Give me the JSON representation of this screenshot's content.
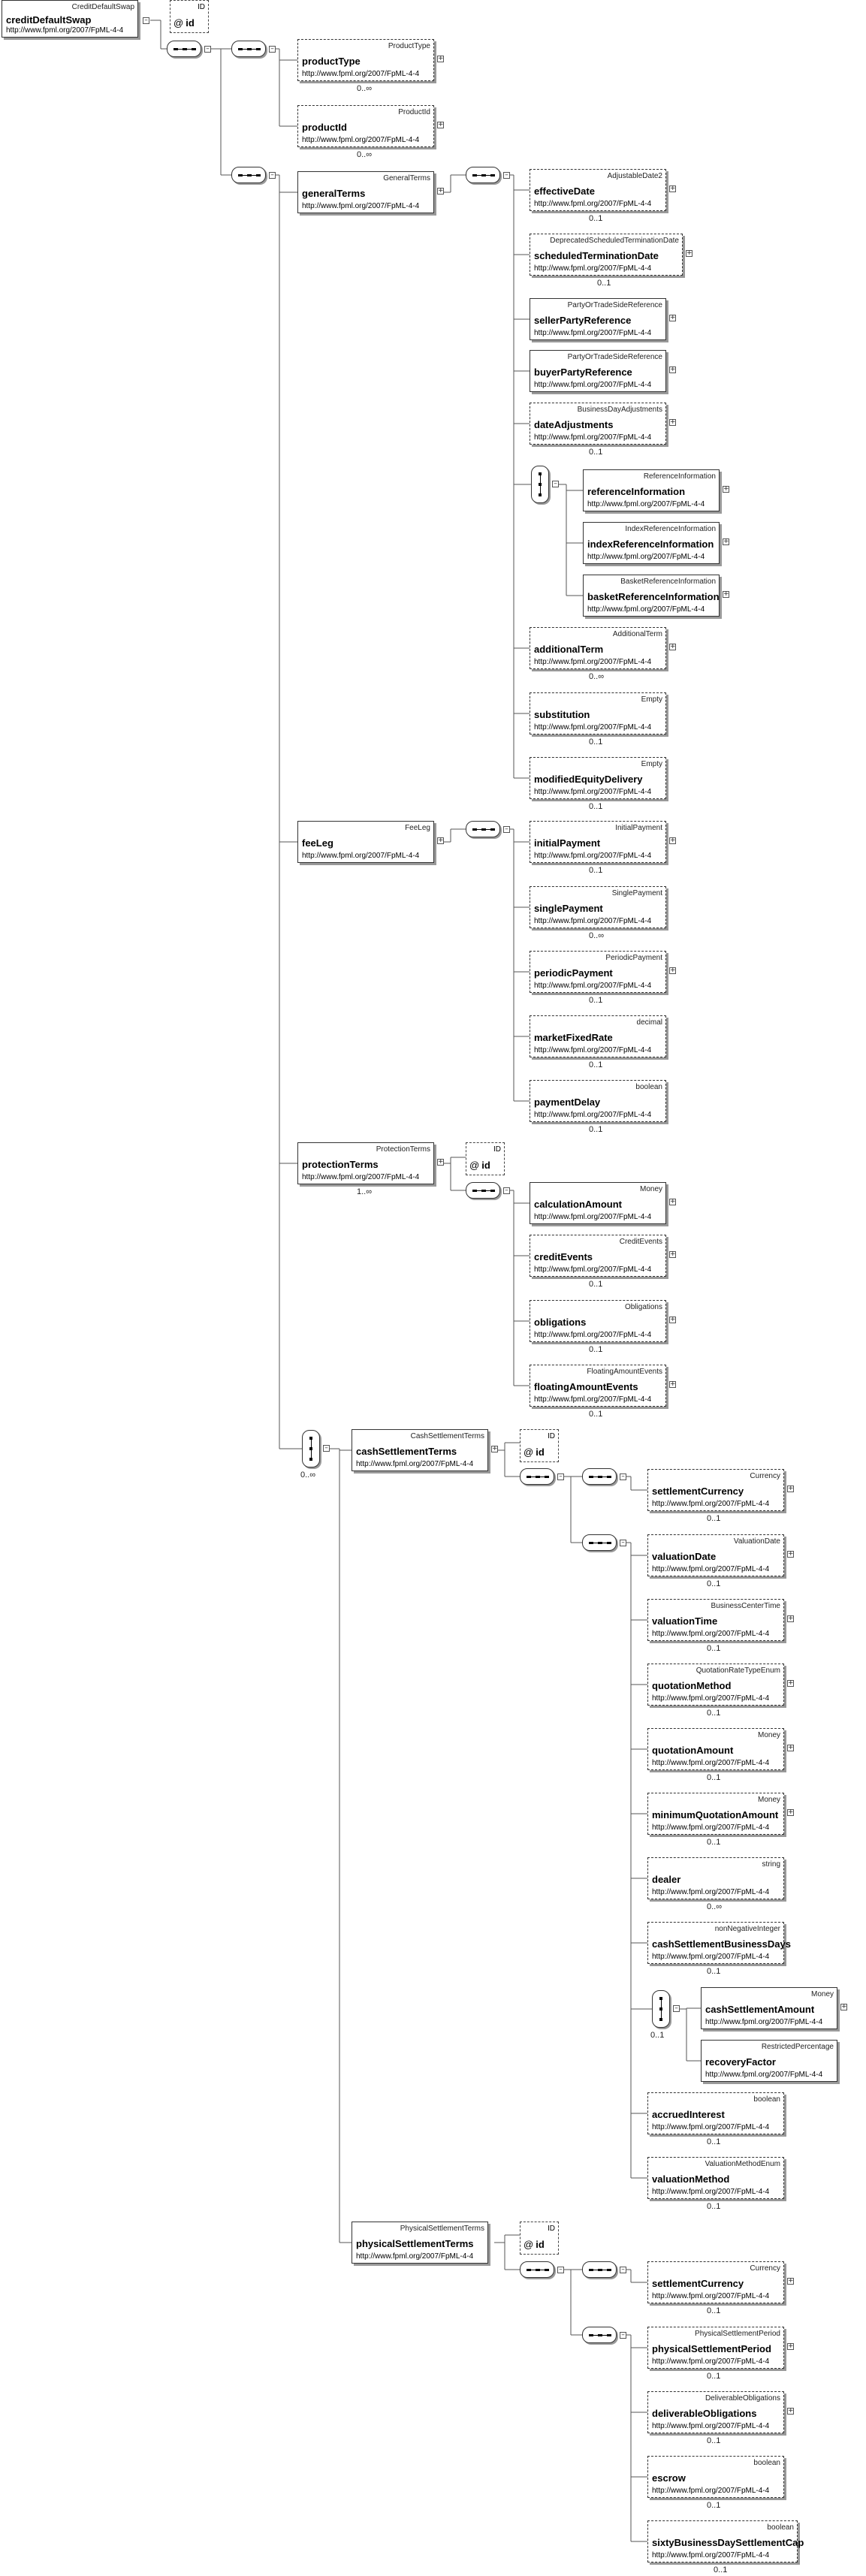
{
  "namespace": "http://www.fpml.org/2007/FpML-4-4",
  "root": {
    "name": "creditDefaultSwap",
    "type": "CreditDefaultSwap"
  },
  "attribute": {
    "at": "@",
    "name": "id",
    "type": "ID"
  },
  "elements": [
    {
      "key": "productType",
      "name": "productType",
      "type": "ProductType",
      "card": "0..∞"
    },
    {
      "key": "productId",
      "name": "productId",
      "type": "ProductId",
      "card": "0..∞"
    },
    {
      "key": "generalTerms",
      "name": "generalTerms",
      "type": "GeneralTerms",
      "card": ""
    },
    {
      "key": "effectiveDate",
      "name": "effectiveDate",
      "type": "AdjustableDate2",
      "card": "0..1"
    },
    {
      "key": "scheduledTerminationDate",
      "name": "scheduledTerminationDate",
      "type": "DeprecatedScheduledTerminationDate",
      "card": "0..1"
    },
    {
      "key": "sellerPartyReference",
      "name": "sellerPartyReference",
      "type": "PartyOrTradeSideReference",
      "card": ""
    },
    {
      "key": "buyerPartyReference",
      "name": "buyerPartyReference",
      "type": "PartyOrTradeSideReference",
      "card": ""
    },
    {
      "key": "dateAdjustments",
      "name": "dateAdjustments",
      "type": "BusinessDayAdjustments",
      "card": "0..1"
    },
    {
      "key": "referenceInformation",
      "name": "referenceInformation",
      "type": "ReferenceInformation",
      "card": ""
    },
    {
      "key": "indexReferenceInformation",
      "name": "indexReferenceInformation",
      "type": "IndexReferenceInformation",
      "card": ""
    },
    {
      "key": "basketReferenceInformation",
      "name": "basketReferenceInformation",
      "type": "BasketReferenceInformation",
      "card": ""
    },
    {
      "key": "additionalTerm",
      "name": "additionalTerm",
      "type": "AdditionalTerm",
      "card": "0..∞"
    },
    {
      "key": "substitution",
      "name": "substitution",
      "type": "Empty",
      "card": "0..1"
    },
    {
      "key": "modifiedEquityDelivery",
      "name": "modifiedEquityDelivery",
      "type": "Empty",
      "card": "0..1"
    },
    {
      "key": "feeLeg",
      "name": "feeLeg",
      "type": "FeeLeg",
      "card": ""
    },
    {
      "key": "initialPayment",
      "name": "initialPayment",
      "type": "InitialPayment",
      "card": "0..1"
    },
    {
      "key": "singlePayment",
      "name": "singlePayment",
      "type": "SinglePayment",
      "card": "0..∞"
    },
    {
      "key": "periodicPayment",
      "name": "periodicPayment",
      "type": "PeriodicPayment",
      "card": "0..1"
    },
    {
      "key": "marketFixedRate",
      "name": "marketFixedRate",
      "type": "decimal",
      "card": "0..1"
    },
    {
      "key": "paymentDelay",
      "name": "paymentDelay",
      "type": "boolean",
      "card": "0..1"
    },
    {
      "key": "protectionTerms",
      "name": "protectionTerms",
      "type": "ProtectionTerms",
      "card": "1..∞"
    },
    {
      "key": "calculationAmount",
      "name": "calculationAmount",
      "type": "Money",
      "card": ""
    },
    {
      "key": "creditEvents",
      "name": "creditEvents",
      "type": "CreditEvents",
      "card": "0..1"
    },
    {
      "key": "obligations",
      "name": "obligations",
      "type": "Obligations",
      "card": "0..1"
    },
    {
      "key": "floatingAmountEvents",
      "name": "floatingAmountEvents",
      "type": "FloatingAmountEvents",
      "card": "0..1"
    },
    {
      "key": "cashSettlementTerms",
      "name": "cashSettlementTerms",
      "type": "CashSettlementTerms",
      "card": ""
    },
    {
      "key": "settlementCurrency1",
      "name": "settlementCurrency",
      "type": "Currency",
      "card": "0..1"
    },
    {
      "key": "valuationDate",
      "name": "valuationDate",
      "type": "ValuationDate",
      "card": "0..1"
    },
    {
      "key": "valuationTime",
      "name": "valuationTime",
      "type": "BusinessCenterTime",
      "card": "0..1"
    },
    {
      "key": "quotationMethod",
      "name": "quotationMethod",
      "type": "QuotationRateTypeEnum",
      "card": "0..1"
    },
    {
      "key": "quotationAmount",
      "name": "quotationAmount",
      "type": "Money",
      "card": "0..1"
    },
    {
      "key": "minimumQuotationAmount",
      "name": "minimumQuotationAmount",
      "type": "Money",
      "card": "0..1"
    },
    {
      "key": "dealer",
      "name": "dealer",
      "type": "string",
      "card": "0..∞"
    },
    {
      "key": "cashSettlementBusinessDays",
      "name": "cashSettlementBusinessDays",
      "type": "nonNegativeInteger",
      "card": "0..1"
    },
    {
      "key": "cashSettlementAmount",
      "name": "cashSettlementAmount",
      "type": "Money",
      "card": ""
    },
    {
      "key": "recoveryFactor",
      "name": "recoveryFactor",
      "type": "RestrictedPercentage",
      "card": ""
    },
    {
      "key": "accruedInterest",
      "name": "accruedInterest",
      "type": "boolean",
      "card": "0..1"
    },
    {
      "key": "valuationMethod",
      "name": "valuationMethod",
      "type": "ValuationMethodEnum",
      "card": "0..1"
    },
    {
      "key": "physicalSettlementTerms",
      "name": "physicalSettlementTerms",
      "type": "PhysicalSettlementTerms",
      "card": ""
    },
    {
      "key": "settlementCurrency2",
      "name": "settlementCurrency",
      "type": "Currency",
      "card": "0..1"
    },
    {
      "key": "physicalSettlementPeriod",
      "name": "physicalSettlementPeriod",
      "type": "PhysicalSettlementPeriod",
      "card": "0..1"
    },
    {
      "key": "deliverableObligations",
      "name": "deliverableObligations",
      "type": "DeliverableObligations",
      "card": "0..1"
    },
    {
      "key": "escrow",
      "name": "escrow",
      "type": "boolean",
      "card": "0..1"
    },
    {
      "key": "sixtyBusinessDaySettlementCap",
      "name": "sixtyBusinessDaySettlementCap",
      "type": "boolean",
      "card": "0..1"
    }
  ],
  "compositor_labels": {
    "settlementTermsChoice": "0..∞",
    "cashAmountChoice": "0..1"
  }
}
